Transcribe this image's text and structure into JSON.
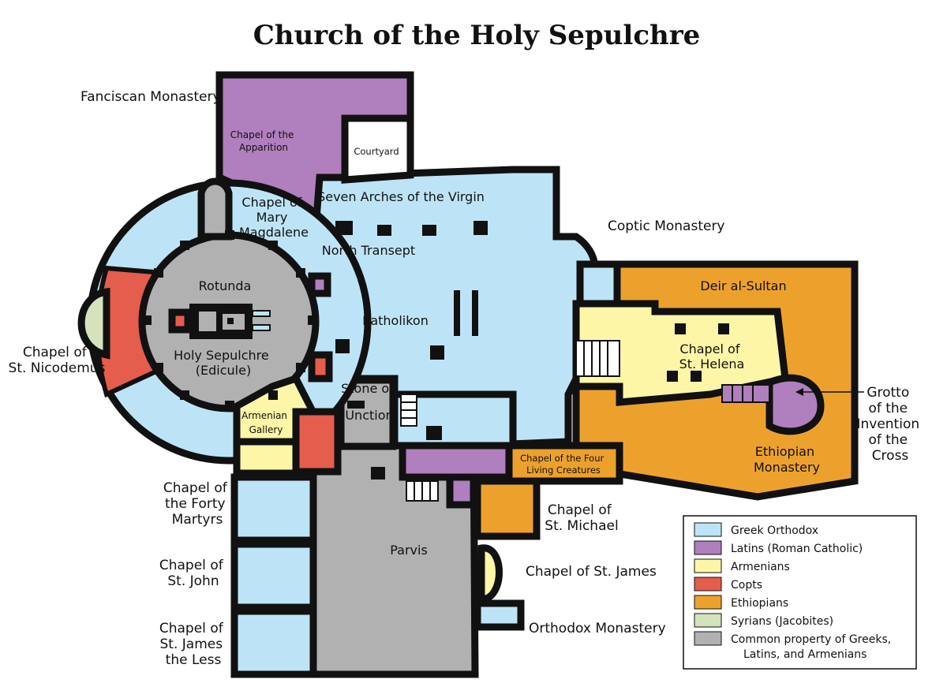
{
  "title": "Church of the Holy Sepulchre",
  "colors": {
    "greek": "#bde4f6",
    "latin": "#b07fbd",
    "armenian": "#fdf6a6",
    "copt": "#e45d4d",
    "ethiopian": "#eda12d",
    "syrian": "#d5e3bd",
    "common": "#b1b1b1",
    "wall": "#111111"
  },
  "labels": {
    "franciscan": "Fanciscan Monastery",
    "apparition_1": "Chapel of the",
    "apparition_2": "Apparition",
    "courtyard": "Courtyard",
    "magdalene_1": "Chapel of",
    "magdalene_2": "Mary",
    "magdalene_3": "Magdalene",
    "seven_arches": "Seven Arches of the Virgin",
    "coptic_monastery": "Coptic Monastery",
    "north_transept": "North Transept",
    "rotunda": "Rotunda",
    "deir_al_sultan": "Deir al-Sultan",
    "katholikon": "Katholikon",
    "sepulchre_1": "Holy Sepulchre",
    "sepulchre_2": "(Edicule)",
    "nicodemus_1": "Chapel of",
    "nicodemus_2": "St. Nicodemus",
    "helena_1": "Chapel of",
    "helena_2": "St. Helena",
    "grotto_1": "Grotto",
    "grotto_2": "of the",
    "grotto_3": "Invention",
    "grotto_4": "of the",
    "grotto_5": "Cross",
    "unction_1": "Stone of",
    "unction_2": "Unction",
    "armenian_gallery_1": "Armenian",
    "armenian_gallery_2": "Gallery",
    "four_creatures_1": "Chapel of the Four",
    "four_creatures_2": "Living Creatures",
    "ethiopian_monastery_1": "Ethiopian",
    "ethiopian_monastery_2": "Monastery",
    "forty_martyrs_1": "Chapel of",
    "forty_martyrs_2": "the Forty",
    "forty_martyrs_3": "Martyrs",
    "michael_1": "Chapel of",
    "michael_2": "St. Michael",
    "parvis": "Parvis",
    "st_james": "Chapel of St. James",
    "st_john_1": "Chapel of",
    "st_john_2": "St. John",
    "orthodox_monastery": "Orthodox Monastery",
    "james_less_1": "Chapel of",
    "james_less_2": "St. James",
    "james_less_3": "the Less"
  },
  "legend": [
    {
      "key": "greek",
      "label": "Greek Orthodox"
    },
    {
      "key": "latin",
      "label": "Latins (Roman Catholic)"
    },
    {
      "key": "armenian",
      "label": "Armenians"
    },
    {
      "key": "copt",
      "label": "Copts"
    },
    {
      "key": "ethiopian",
      "label": "Ethiopians"
    },
    {
      "key": "syrian",
      "label": "Syrians (Jacobites)"
    },
    {
      "key": "common",
      "label": "Common property of Greeks,",
      "label2": "Latins, and Armenians"
    }
  ]
}
